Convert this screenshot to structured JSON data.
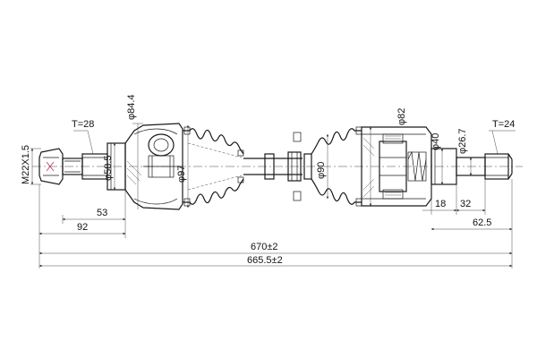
{
  "dimensions": {
    "thread_left": "M22X1.5",
    "spline_left": "T=28",
    "dia_left_shaft": "φ58.5",
    "dia_left_boot_top": "φ84.4",
    "dia_left_joint": "φ97",
    "len_53": "53",
    "len_92": "92",
    "dia_mid_shaft": "φ90",
    "dia_right_joint": "φ82",
    "dia_right_40": "φ40",
    "dia_right_26_7": "φ26.7",
    "spline_right": "T=24",
    "len_18": "18",
    "len_32": "32",
    "len_62_5": "62.5",
    "total_670": "670±2",
    "total_665_5": "665.5±2"
  }
}
